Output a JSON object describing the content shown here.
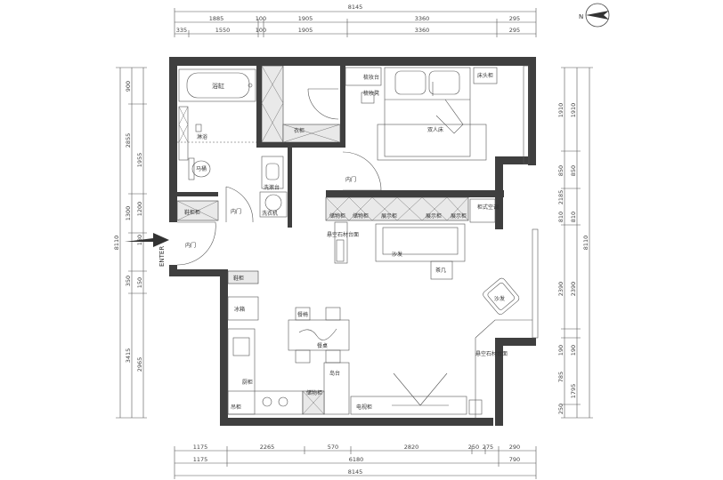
{
  "dimensions": {
    "top_total": "8145",
    "top_row1": [
      "1885",
      "100",
      "1905",
      "3360",
      "295"
    ],
    "top_row2": [
      "335",
      "1550",
      "100",
      "1905",
      "3360",
      "295"
    ],
    "bottom_row1": [
      "1175",
      "2265",
      "570",
      "2820",
      "250",
      "275",
      "290"
    ],
    "bottom_row2": [
      "1175",
      "6180",
      "790"
    ],
    "bottom_total": "8145",
    "left_outer": "8110",
    "left_col1": [
      "900",
      "2855",
      "1300",
      "350",
      "3415",
      "2965"
    ],
    "left_col2": [
      "1955",
      "1200",
      "180",
      "150"
    ],
    "right_outer": "8110",
    "right_col1": [
      "1910",
      "850",
      "2185",
      "810",
      "2390",
      "190",
      "785",
      "250"
    ],
    "right_col2": [
      "1910",
      "850",
      "810",
      "2390",
      "190",
      "1795"
    ]
  },
  "rooms": {
    "bathtub": "浴缸",
    "shower": "淋浴",
    "toilet": "马桶",
    "wardrobe": "衣柜",
    "dresser": "梳妆台",
    "dresser_stool": "梳妆凳",
    "double_bed": "双人床",
    "nightstand": "床头柜",
    "inner_door_bed": "内门",
    "inner_door_bath": "内门",
    "inner_door_entry": "内门",
    "shoe_cabinet": "鞋柜柜",
    "washer": "洗衣机",
    "wash_basin": "洗漱台",
    "storage1": "储物柜",
    "storage2": "储物柜",
    "display1": "展示柜",
    "display2": "展示柜",
    "display3": "展示柜",
    "cabinet_ac": "柜式空调",
    "sofa": "沙发",
    "armchair": "沙发",
    "tea_table": "茶几",
    "suspended_stone": "悬空石材台面",
    "suspended_stone2": "悬空石材台面",
    "shoe_rack": "鞋柜",
    "fridge": "冰箱",
    "dining_chair": "餐椅",
    "dining_table": "餐桌",
    "island": "岛台",
    "storage3": "储物柜",
    "kitchen_cab": "厨柜",
    "hanging_cab": "吊柜",
    "tv_cab": "电视柜",
    "enter": "ENTER"
  },
  "compass": {
    "label": "N"
  }
}
